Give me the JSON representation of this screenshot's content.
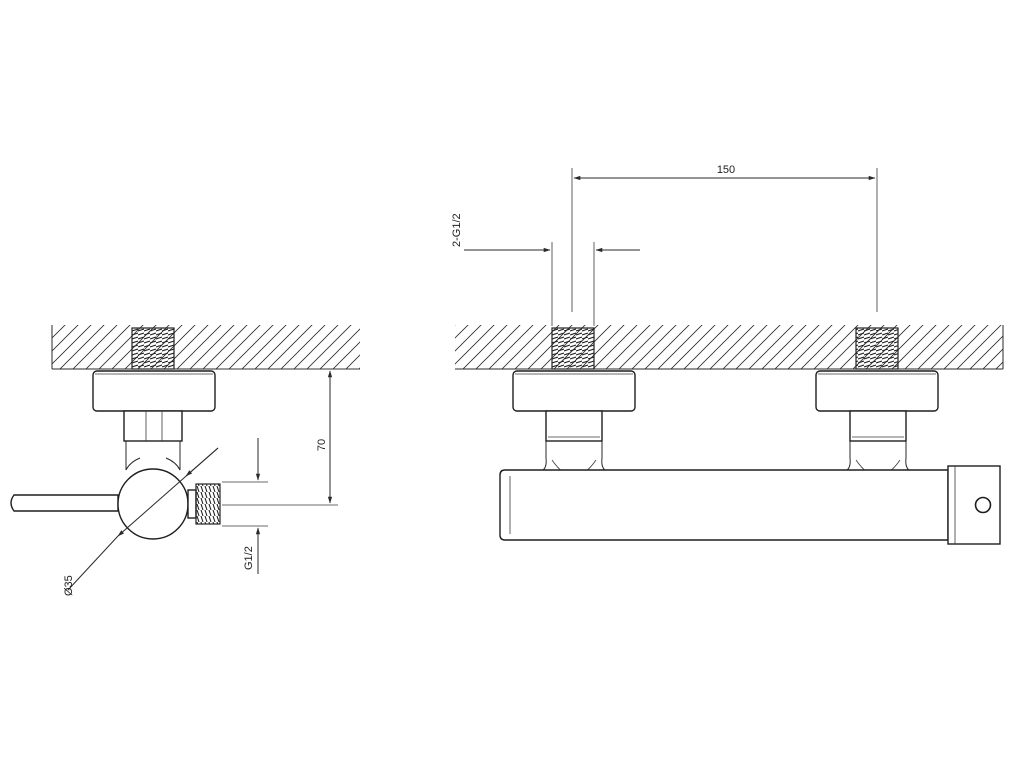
{
  "side_view": {
    "depth_dimension": "70",
    "outlet_thread_label": "G1/2",
    "diameter_label": "Ø35"
  },
  "front_view": {
    "spacing_dimension": "150",
    "inlet_thread_label": "2-G1/2"
  }
}
